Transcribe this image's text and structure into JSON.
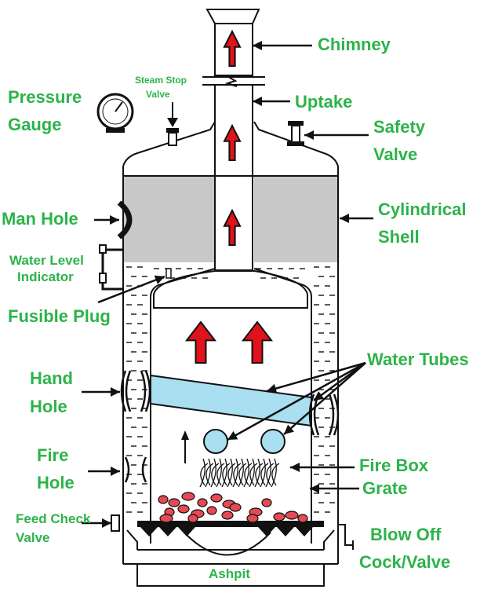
{
  "labels": {
    "chimney": "Chimney",
    "steam_stop": "Steam Stop",
    "valve": "Valve",
    "uptake": "Uptake",
    "pressure": "Pressure",
    "gauge": "Gauge",
    "safety": "Safety",
    "safety_valve": "Valve",
    "man_hole": "Man Hole",
    "cylindrical": "Cylindrical",
    "shell": "Shell",
    "water_level": "Water Level",
    "indicator": "Indicator",
    "fusible_plug": "Fusible Plug",
    "water_tubes": "Water Tubes",
    "hand": "Hand",
    "hand_hole": "Hole",
    "fire": "Fire",
    "fire_hole": "Hole",
    "fire_box": "Fire Box",
    "grate": "Grate",
    "feed_check": "Feed Check",
    "feed_valve": "Valve",
    "blow_off": "Blow Off",
    "cock_valve": "Cock/Valve",
    "ashpit": "Ashpit"
  },
  "colors": {
    "label_green": "#2db34a",
    "steam_gray": "#c8c8c8",
    "water_tube_blue": "#a9dff0",
    "flow_arrow_red": "#e0121b",
    "fuel_red": "#e54a55",
    "outline": "#111111"
  }
}
